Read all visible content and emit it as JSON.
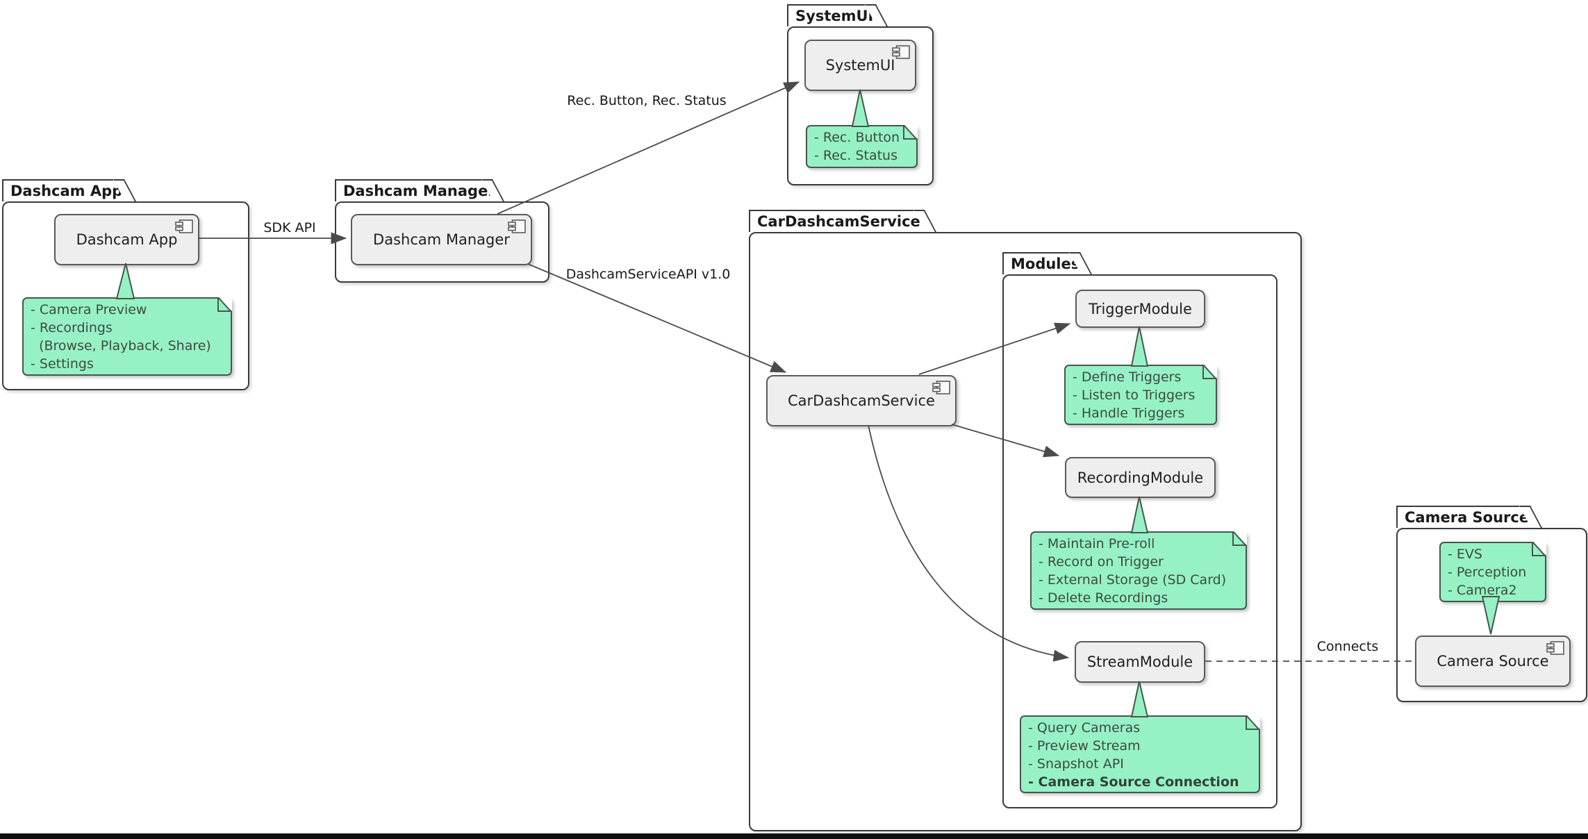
{
  "packages": {
    "dashcam_app": {
      "title": "Dashcam App"
    },
    "dashcam_manager": {
      "title": "Dashcam Manager"
    },
    "systemui": {
      "title": "SystemUI"
    },
    "car_dashcam_service": {
      "title": "CarDashcamService"
    },
    "modules": {
      "title": "Modules"
    },
    "camera_source": {
      "title": "Camera Source"
    }
  },
  "components": {
    "dashcam_app": {
      "label": "Dashcam App"
    },
    "dashcam_manager": {
      "label": "Dashcam Manager"
    },
    "systemui": {
      "label": "SystemUI"
    },
    "car_dashcam_service": {
      "label": "CarDashcamService"
    },
    "trigger_module": {
      "label": "TriggerModule"
    },
    "recording_module": {
      "label": "RecordingModule"
    },
    "stream_module": {
      "label": "StreamModule"
    },
    "camera_source": {
      "label": "Camera Source"
    }
  },
  "notes": {
    "dashcam_app": {
      "lines": [
        "- Camera Preview",
        "- Recordings",
        "  (Browse, Playback, Share)",
        "- Settings"
      ]
    },
    "systemui": {
      "lines": [
        "- Rec. Button",
        "- Rec. Status"
      ]
    },
    "trigger": {
      "lines": [
        "- Define Triggers",
        "- Listen to Triggers",
        "- Handle Triggers"
      ]
    },
    "recording": {
      "lines": [
        "- Maintain Pre-roll",
        "- Record on Trigger",
        "- External Storage (SD Card)",
        "- Delete Recordings"
      ]
    },
    "stream": {
      "lines": [
        "- Query Cameras",
        "- Preview Stream",
        "- Snapshot API",
        "- Camera Source Connection"
      ]
    },
    "camera_source": {
      "lines": [
        "- EVS",
        "- Perception",
        "- Camera2"
      ]
    }
  },
  "edges": {
    "sdk_api": {
      "label": "SDK API"
    },
    "rec": {
      "label": "Rec. Button, Rec. Status"
    },
    "service_api": {
      "label": "DashcamServiceAPI v1.0"
    },
    "connects": {
      "label": "Connects"
    }
  },
  "colors": {
    "note_fill": "#96f2c4",
    "note_border": "#47564c",
    "component_fill": "#eeeeee",
    "package_border": "#3a3a3a",
    "edge_line": "#4a4a4a",
    "bottom_bar": "#0f0f0f"
  }
}
